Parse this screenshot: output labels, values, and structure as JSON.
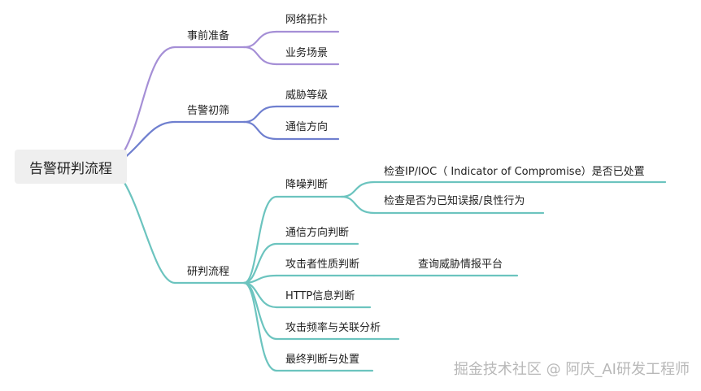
{
  "root": {
    "label": "告警研判流程"
  },
  "branches": [
    {
      "label": "事前准备",
      "color": "#a58fd6",
      "children": [
        {
          "label": "网络拓扑"
        },
        {
          "label": "业务场景"
        }
      ]
    },
    {
      "label": "告警初筛",
      "color": "#6f7fcf",
      "children": [
        {
          "label": "威胁等级"
        },
        {
          "label": "通信方向"
        }
      ]
    },
    {
      "label": "研判流程",
      "color": "#6cc4bf",
      "children": [
        {
          "label": "降噪判断",
          "children": [
            {
              "label": "检查IP/IOC（ Indicator of Compromise）是否已处置"
            },
            {
              "label": "检查是否为已知误报/良性行为"
            }
          ]
        },
        {
          "label": "通信方向判断"
        },
        {
          "label": "攻击者性质判断",
          "children": [
            {
              "label": "查询威胁情报平台"
            }
          ]
        },
        {
          "label": "HTTP信息判断"
        },
        {
          "label": "攻击频率与关联分析"
        },
        {
          "label": "最终判断与处置"
        }
      ]
    }
  ],
  "watermark": "掘金技术社区 @ 阿庆_AI研发工程师"
}
